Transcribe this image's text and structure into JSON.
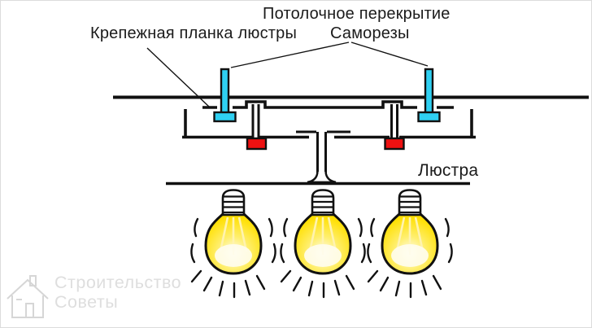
{
  "labels": {
    "ceiling": "Потолочное перекрытие",
    "plate": "Крепежная планка люстры",
    "screws": "Саморезы",
    "chandelier": "Люстра"
  },
  "watermark": {
    "line1": "Строительство",
    "line2": "Советы",
    "icon": "house-icon"
  },
  "colors": {
    "line": "#111111",
    "screw": "#2fd0f2",
    "nut": "#ee1111",
    "bulb_glow": "#fffef2",
    "bulb_mid": "#ffef70",
    "bulb_edge": "#ffdf00",
    "filament": "#fff3b0",
    "watermark": "#dadada",
    "background": "#ffffff"
  }
}
